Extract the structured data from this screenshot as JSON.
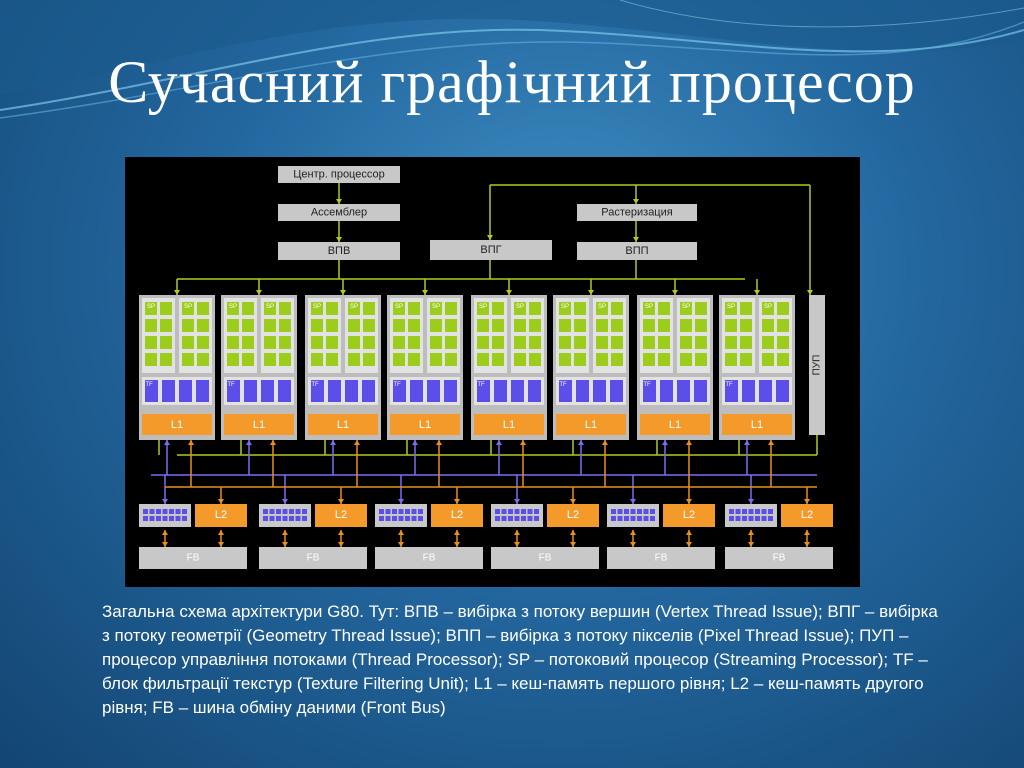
{
  "slide": {
    "title": "Сучасний графічний процесор",
    "caption": "Загальна схема архітектури G80. Тут: ВПВ – вибірка з потоку вершин (Vertex Thread Issue); ВПГ – вибірка з потоку геометрії (Geometry Thread Issue); ВПП – вибірка з потоку пікселів (Pixel Thread Issue); ПУП – процесор управління потоками (Thread Processor); SP – потоковий процесор (Streaming Processor); TF – блок фильтрації текстур (Texture Filtering Unit); L1 – кеш-память першого рівня; L2 – кеш-память другого рівня; FB – шина обміну даними (Front Bus)"
  },
  "diagram": {
    "host_cpu": "Центр. процессор",
    "assembler": "Ассемблер",
    "rasterizer": "Растеризация",
    "vertex_issue": "ВПВ",
    "geometry_issue": "ВПГ",
    "pixel_issue": "ВПП",
    "thread_processor": "ПУП",
    "sp_label": "SP",
    "tf_label": "TF",
    "l1_label": "L1",
    "l2_label": "L2",
    "fb_label": "FB",
    "cluster_count": 8,
    "memory_partition_count": 6,
    "colors": {
      "sp": "#9ccc1c",
      "tf": "#5c4ee8",
      "cache": "#f39a2a",
      "control_line": "#b4c820",
      "memory_line": "#e8901e",
      "texture_line": "#7a6cf0",
      "box": "#c8c8c8"
    }
  }
}
